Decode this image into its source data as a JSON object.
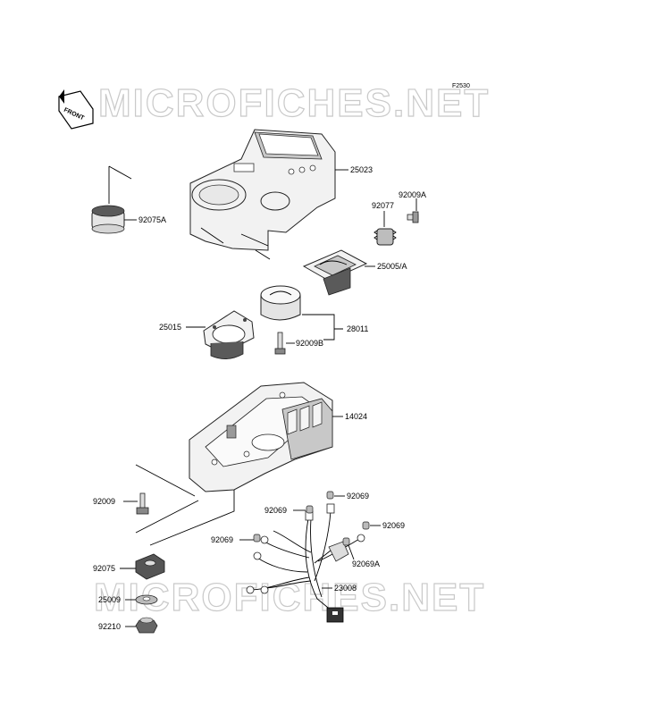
{
  "figure_code": "F2530",
  "front_label": "FRONT",
  "watermark_top": "MICROFICHES.NET",
  "watermark_bottom": "MICROFICHES.NET",
  "parts": {
    "p25023": "25023",
    "p92075A": "92075A",
    "p92009A": "92009A",
    "p92077": "92077",
    "p25005A": "25005/A",
    "p25015": "25015",
    "p28011": "28011",
    "p92009B": "92009B",
    "p14024": "14024",
    "p92009": "92009",
    "p92069a": "92069",
    "p92069b": "92069",
    "p92069c": "92069",
    "p92069d": "92069",
    "p92069A": "92069A",
    "p92075": "92075",
    "p25009": "25009",
    "p23008": "23008",
    "p92210": "92210"
  }
}
